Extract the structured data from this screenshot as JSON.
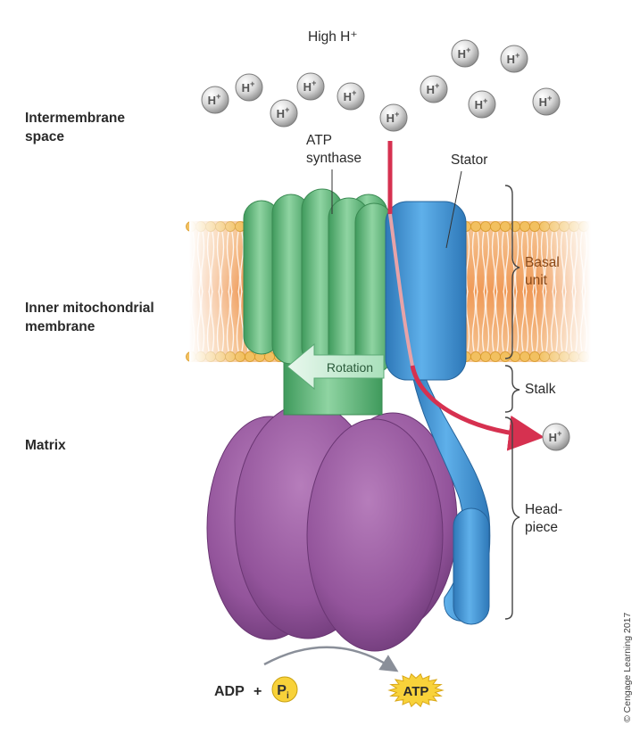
{
  "labels": {
    "high_h": "High H⁺",
    "intermembrane_1": "Intermembrane",
    "intermembrane_2": "space",
    "inner_membrane_1": "Inner mitochondrial",
    "inner_membrane_2": "membrane",
    "matrix": "Matrix",
    "atp_synthase_1": "ATP",
    "atp_synthase_2": "synthase",
    "stator": "Stator",
    "basal_unit_1": "Basal",
    "basal_unit_2": "unit",
    "stalk": "Stalk",
    "headpiece_1": "Head-",
    "headpiece_2": "piece",
    "rotation": "Rotation",
    "adp": "ADP",
    "plus": "+",
    "pi_main": "P",
    "pi_sub": "i",
    "atp": "ATP",
    "proton_main": "H",
    "proton_sup": "+",
    "credit": "© Cengage Learning 2017"
  },
  "colors": {
    "membrane_orange": "#f0b078",
    "membrane_bead": "#f2c060",
    "rotor_green": "#5fb87a",
    "stator_blue": "#3a8fd0",
    "headpiece_purple": "#9a5ea2",
    "proton_path_red": "#d63150",
    "atp_burst": "#f8d23a"
  },
  "icons": {
    "proton": "proton-sphere-icon",
    "burst": "atp-starburst-icon",
    "arrow": "rotation-arrow-icon"
  }
}
